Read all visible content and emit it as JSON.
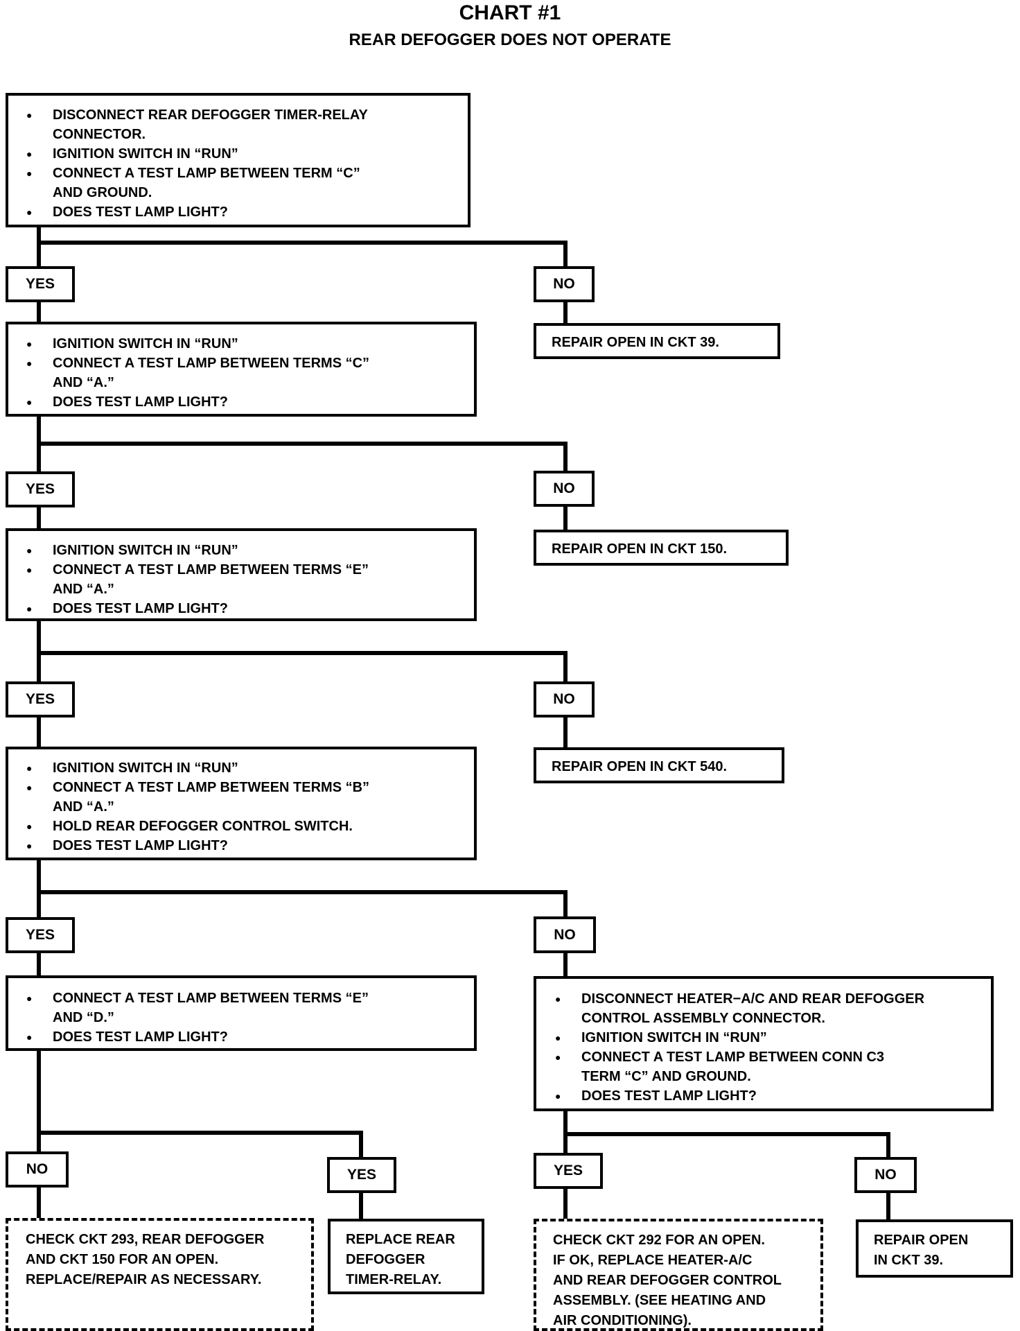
{
  "title": "CHART #1",
  "subtitle": "REAR DEFOGGER DOES NOT OPERATE",
  "labels": {
    "yes": "YES",
    "no": "NO"
  },
  "steps": [
    {
      "items": [
        "DISCONNECT REAR DEFOGGER TIMER-RELAY\nCONNECTOR.",
        "IGNITION SWITCH IN “RUN”",
        "CONNECT A TEST LAMP BETWEEN TERM “C”\nAND GROUND.",
        "DOES TEST LAMP LIGHT?"
      ],
      "no_result": "REPAIR OPEN IN CKT 39."
    },
    {
      "items": [
        "IGNITION SWITCH IN “RUN”",
        "CONNECT A TEST LAMP BETWEEN TERMS “C”\nAND “A.”",
        "DOES TEST LAMP LIGHT?"
      ],
      "no_result": "REPAIR OPEN IN CKT 150."
    },
    {
      "items": [
        "IGNITION SWITCH IN “RUN”",
        "CONNECT A TEST LAMP BETWEEN TERMS “E”\nAND “A.”",
        "DOES TEST LAMP LIGHT?"
      ],
      "no_result": "REPAIR OPEN IN CKT 540."
    },
    {
      "items": [
        "IGNITION SWITCH IN “RUN”",
        "CONNECT A TEST LAMP BETWEEN TERMS “B”\nAND “A.”",
        "HOLD REAR DEFOGGER CONTROL SWITCH.",
        "DOES TEST LAMP LIGHT?"
      ]
    },
    {
      "items": [
        "CONNECT A TEST LAMP BETWEEN TERMS “E”\nAND “D.”",
        "DOES TEST LAMP LIGHT?"
      ]
    },
    {
      "items": [
        "DISCONNECT HEATER−A/C AND REAR DEFOGGER\nCONTROL ASSEMBLY CONNECTOR.",
        "IGNITION SWITCH IN “RUN”",
        "CONNECT A TEST LAMP BETWEEN CONN C3\nTERM “C” AND GROUND.",
        "DOES TEST LAMP LIGHT?"
      ]
    }
  ],
  "final_results": {
    "check_ckt_293": "CHECK CKT 293, REAR DEFOGGER\nAND CKT 150 FOR AN OPEN.\nREPLACE/REPAIR AS NECESSARY.",
    "replace_timer_relay": "REPLACE REAR\nDEFOGGER\nTIMER-RELAY.",
    "check_ckt_292": "CHECK CKT 292 FOR AN OPEN.\nIF OK, REPLACE HEATER-A/C\nAND REAR DEFOGGER CONTROL\nASSEMBLY. (SEE HEATING AND\nAIR CONDITIONING).",
    "repair_ckt_39": "REPAIR OPEN\nIN CKT 39."
  }
}
